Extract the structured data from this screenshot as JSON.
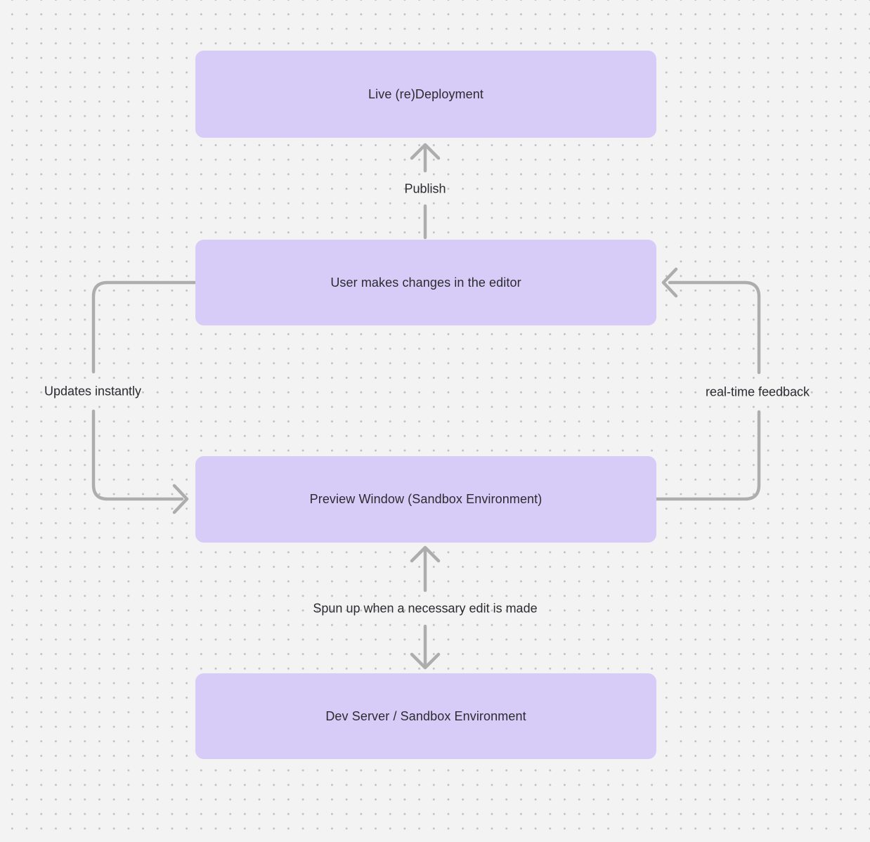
{
  "canvas": {
    "background_color": "#f3f3f4",
    "dot_color": "#bfbfc2",
    "node_fill_color": "#d7ccf8",
    "arrow_color": "#adadad",
    "text_color": "#2b2b30"
  },
  "nodes": [
    {
      "id": "live-deployment",
      "label": "Live (re)Deployment"
    },
    {
      "id": "user-editor",
      "label": "User makes changes in the editor"
    },
    {
      "id": "preview-window",
      "label": "Preview Window (Sandbox Environment)"
    },
    {
      "id": "dev-server",
      "label": "Dev Server / Sandbox Environment"
    }
  ],
  "edges": [
    {
      "id": "publish",
      "from": "user-editor",
      "to": "live-deployment",
      "direction": "up",
      "label": "Publish"
    },
    {
      "id": "updates-instantly",
      "from": "user-editor",
      "to": "preview-window",
      "direction": "left-loop-down",
      "label": "Updates instantly"
    },
    {
      "id": "real-time-feedback",
      "from": "preview-window",
      "to": "user-editor",
      "direction": "right-loop-up",
      "label": "real-time feedback"
    },
    {
      "id": "spun-up",
      "from": "preview-window",
      "to": "dev-server",
      "direction": "both",
      "label": "Spun up when a necessary edit is made"
    }
  ]
}
